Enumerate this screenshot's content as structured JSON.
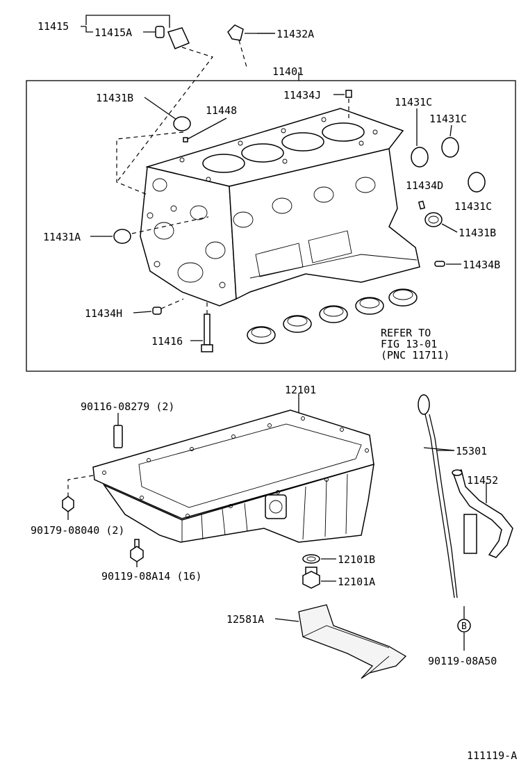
{
  "labels": {
    "p11415": "11415",
    "p11415A": "11415A",
    "p11432A": "11432A",
    "p11401": "11401",
    "p11431B_top": "11431B",
    "p11448": "11448",
    "p11434J": "11434J",
    "p11431C_1": "11431C",
    "p11431C_2": "11431C",
    "p11434D": "11434D",
    "p11431C_3": "11431C",
    "p11431A": "11431A",
    "p11431B_right": "11431B",
    "p11434B": "11434B",
    "p11434H": "11434H",
    "p11416": "11416",
    "refer1": "REFER TO",
    "refer2": "FIG 13-01",
    "refer3": "(PNC 11711)",
    "p12101": "12101",
    "p90116": "90116-08279 (2)",
    "p15301": "15301",
    "p11452": "11452",
    "p90179": "90179-08040 (2)",
    "p12101B": "12101B",
    "p90119_14": "90119-08A14 (16)",
    "p12101A": "12101A",
    "p12581A": "12581A",
    "circleB": "B",
    "p90119_50": "90119-08A50",
    "figure_code": "111119-A"
  }
}
